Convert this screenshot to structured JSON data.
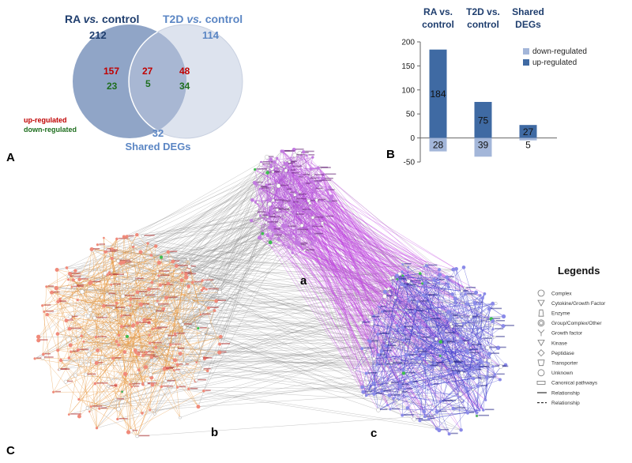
{
  "panels": {
    "a": "A",
    "b": "B",
    "c": "C"
  },
  "venn": {
    "left_title_pre": "RA ",
    "left_title_vs": "vs.",
    "left_title_post": " control",
    "left_total": "212",
    "right_title_pre": "T2D ",
    "right_title_vs": "vs.",
    "right_title_post": " control",
    "right_total": "114",
    "left_up": "157",
    "left_down": "23",
    "mid_up": "27",
    "mid_down": "5",
    "right_up": "48",
    "right_down": "34",
    "shared_total": "32",
    "shared_label": "Shared DEGs",
    "legend_up": "up-regulated",
    "legend_down": "down-regulated",
    "colors": {
      "left": "#8aa0c4",
      "right": "#dde3ee",
      "overlap": "#a9b8d4",
      "up": "#c00000",
      "down": "#1e6e1e",
      "dark_title": "#1f3e6e",
      "light_title": "#5b86c4"
    }
  },
  "chart_data": {
    "type": "bar",
    "categories": [
      "RA vs. control",
      "T2D vs. control",
      "Shared DEGs"
    ],
    "category_lines": [
      [
        "RA vs.",
        "control"
      ],
      [
        "T2D vs.",
        "control"
      ],
      [
        "Shared",
        "DEGs"
      ]
    ],
    "series": [
      {
        "name": "up-regulated",
        "values": [
          184,
          75,
          27
        ],
        "color": "#3f6aa3"
      },
      {
        "name": "down-regulated",
        "values": [
          -28,
          -39,
          -5
        ],
        "labels": [
          "28",
          "39",
          "5"
        ],
        "color": "#a3b6d9"
      }
    ],
    "yticks": [
      200,
      150,
      100,
      50,
      0,
      -50
    ],
    "ylim": [
      -50,
      200
    ],
    "legend_order": [
      "down-regulated",
      "up-regulated"
    ],
    "legend_position": "right"
  },
  "network": {
    "cluster_labels": {
      "a": "a",
      "b": "b",
      "c": "c"
    },
    "colors": {
      "a": "#b050d8",
      "b": "#e8953a",
      "c": "#3a3acc",
      "gray": "#7a7a7a"
    },
    "legends_title": "Legends",
    "legend_items": [
      {
        "icon": "circle",
        "label": "Complex"
      },
      {
        "icon": "triangle-down",
        "label": "Cytokine/Growth Factor"
      },
      {
        "icon": "enzyme",
        "label": "Enzyme"
      },
      {
        "icon": "double-circle",
        "label": "Group/Complex/Other"
      },
      {
        "icon": "y-shape",
        "label": "Growth factor"
      },
      {
        "icon": "triangle-down",
        "label": "Kinase"
      },
      {
        "icon": "diamond",
        "label": "Peptidase"
      },
      {
        "icon": "trapezoid",
        "label": "Transporter"
      },
      {
        "icon": "circle",
        "label": "Unknown"
      },
      {
        "icon": "rect",
        "label": "Canonical pathways"
      },
      {
        "icon": "solid-line",
        "label": "Relationship"
      },
      {
        "icon": "dashed-line",
        "label": "Relationship"
      }
    ]
  }
}
